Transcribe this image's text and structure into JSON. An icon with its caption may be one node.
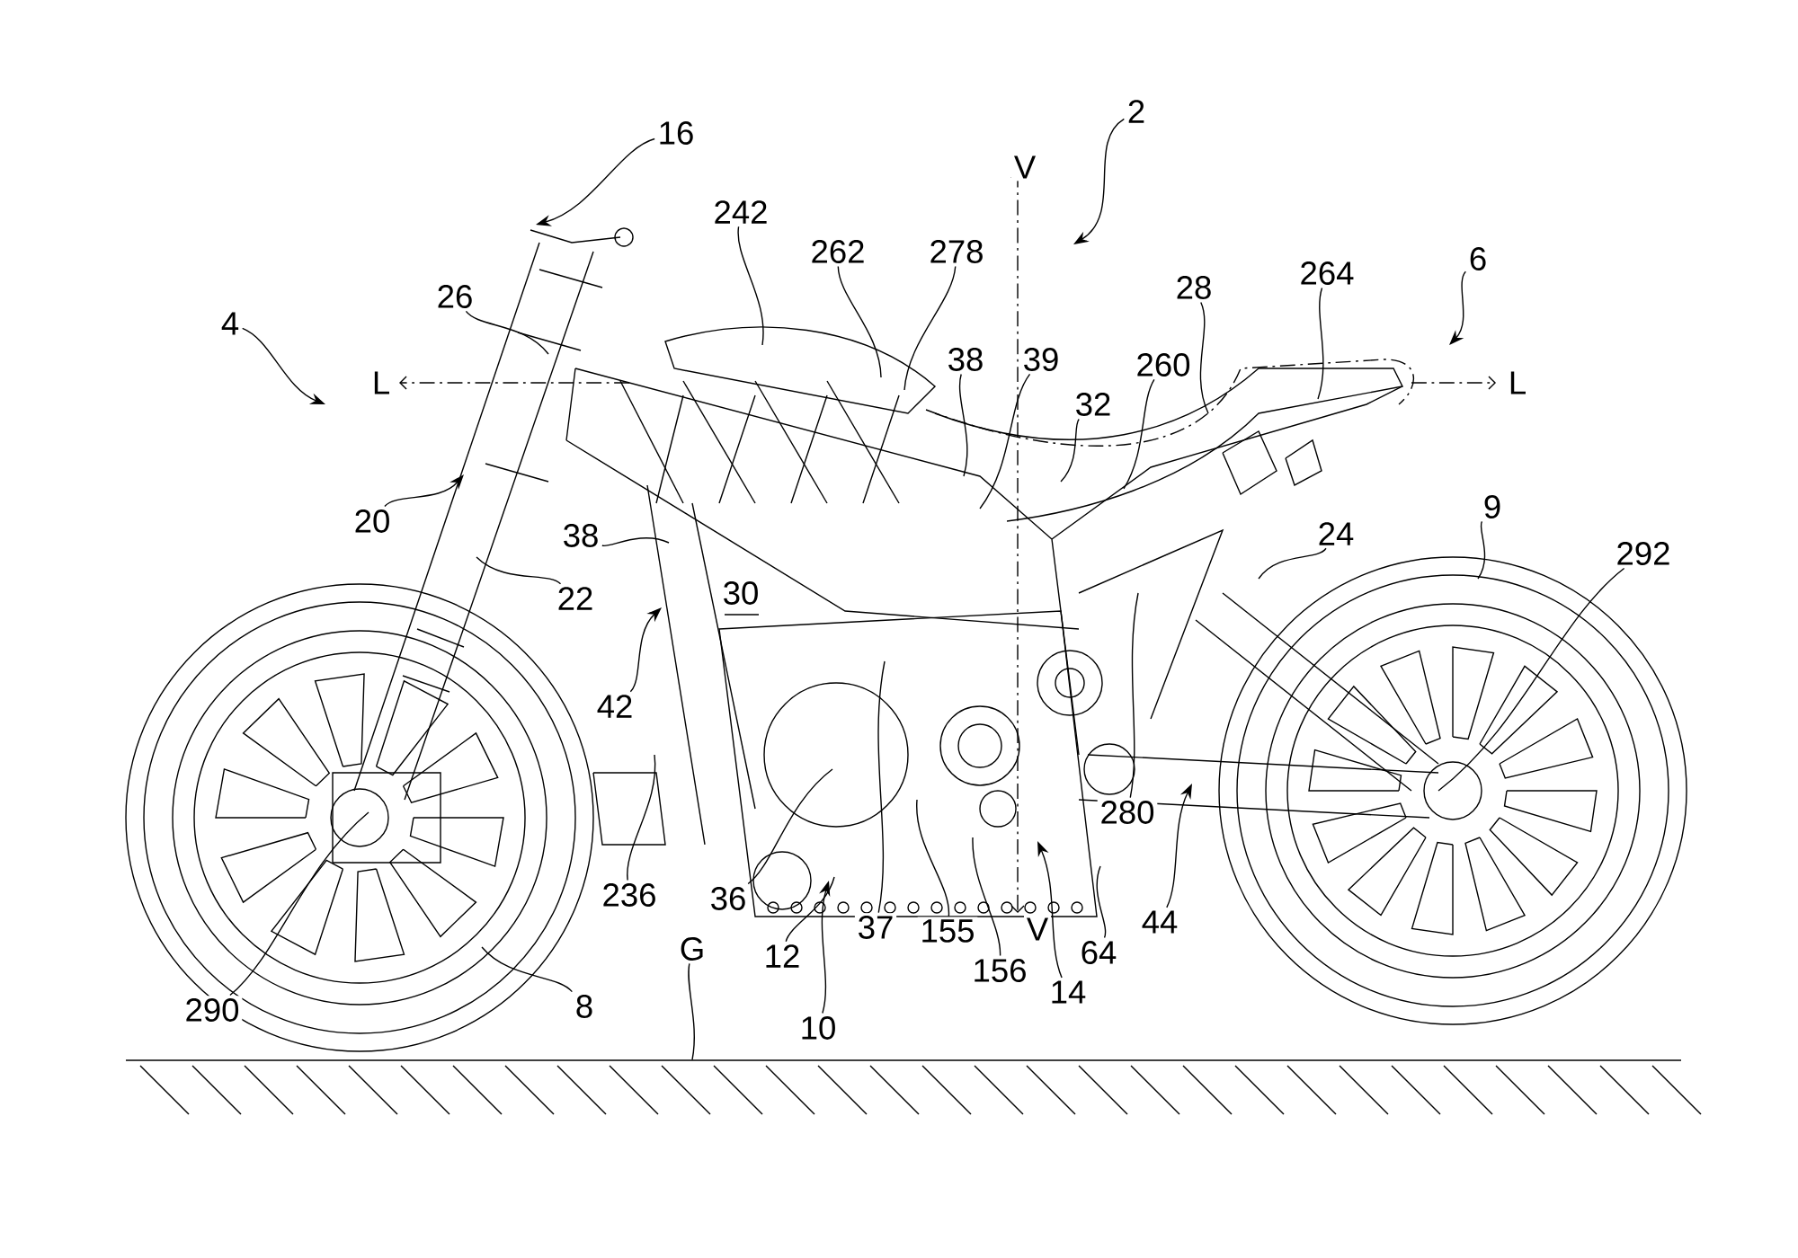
{
  "diagram": {
    "nodes": [
      {
        "text": [
          "2"
        ]
      },
      {
        "text": [
          "16"
        ]
      },
      {
        "text": [
          "242"
        ]
      },
      {
        "text": [
          "262"
        ]
      },
      {
        "text": [
          "278"
        ]
      },
      {
        "text": [
          "6"
        ]
      },
      {
        "text": [
          "264"
        ]
      },
      {
        "text": [
          "28"
        ]
      },
      {
        "text": [
          "26"
        ]
      },
      {
        "text": [
          "4"
        ]
      },
      {
        "text": [
          "38"
        ]
      },
      {
        "text": [
          "39"
        ]
      },
      {
        "text": [
          "260"
        ]
      },
      {
        "text": [
          "32"
        ]
      },
      {
        "text": [
          "9"
        ]
      },
      {
        "text": [
          "20"
        ]
      },
      {
        "text": [
          "24"
        ]
      },
      {
        "text": [
          "38"
        ]
      },
      {
        "text": [
          "292"
        ]
      },
      {
        "text": [
          "22"
        ]
      },
      {
        "text": [
          "42"
        ]
      },
      {
        "text": [
          "280"
        ]
      },
      {
        "text": [
          "236"
        ]
      },
      {
        "text": [
          "36"
        ]
      },
      {
        "text": [
          "44"
        ]
      },
      {
        "text": [
          "37"
        ]
      },
      {
        "text": [
          "155"
        ]
      },
      {
        "text": [
          "64"
        ]
      },
      {
        "text": [
          "12"
        ]
      },
      {
        "text": [
          "156"
        ]
      },
      {
        "text": [
          "14"
        ]
      },
      {
        "text": [
          "290"
        ]
      },
      {
        "text": [
          "8"
        ]
      },
      {
        "text": [
          "G"
        ]
      },
      {
        "text": [
          "10"
        ]
      },
      {
        "text": [],
        "shape": "bar"
      }
    ],
    "edges": [
      {
        "from": 0,
        "to": null,
        "arrow": "to"
      },
      {
        "from": 1,
        "to": null,
        "arrow": "to"
      },
      {
        "from": 2,
        "to": null,
        "arrow": "none"
      },
      {
        "from": 3,
        "to": null,
        "arrow": "none"
      },
      {
        "from": 4,
        "to": null,
        "arrow": "none"
      },
      {
        "from": 5,
        "to": null,
        "arrow": "to"
      },
      {
        "from": 6,
        "to": null,
        "arrow": "none"
      },
      {
        "from": 7,
        "to": null,
        "arrow": "none"
      },
      {
        "from": 8,
        "to": null,
        "arrow": "none"
      },
      {
        "from": 9,
        "to": null,
        "arrow": "to"
      },
      {
        "from": 10,
        "to": null,
        "arrow": "none"
      },
      {
        "from": 11,
        "to": null,
        "arrow": "none"
      },
      {
        "from": 12,
        "to": null,
        "arrow": "none"
      },
      {
        "from": 13,
        "to": null,
        "arrow": "none"
      },
      {
        "from": 14,
        "to": null,
        "arrow": "none"
      },
      {
        "from": 15,
        "to": null,
        "arrow": "to"
      },
      {
        "from": 16,
        "to": null,
        "arrow": "none"
      },
      {
        "from": 17,
        "to": null,
        "arrow": "none"
      },
      {
        "from": 18,
        "to": null,
        "arrow": "none"
      },
      {
        "from": 19,
        "to": null,
        "arrow": "none"
      },
      {
        "from": 20,
        "to": null,
        "arrow": "to"
      },
      {
        "from": 21,
        "to": null,
        "arrow": "none"
      },
      {
        "from": 22,
        "to": null,
        "arrow": "none"
      },
      {
        "from": 23,
        "to": null,
        "arrow": "none"
      },
      {
        "from": 24,
        "to": null,
        "arrow": "to"
      },
      {
        "from": 25,
        "to": null,
        "arrow": "none"
      },
      {
        "from": 26,
        "to": null,
        "arrow": "none"
      },
      {
        "from": 27,
        "to": null,
        "arrow": "none"
      },
      {
        "from": 28,
        "to": null,
        "arrow": "none"
      },
      {
        "from": 29,
        "to": null,
        "arrow": "none"
      },
      {
        "from": 30,
        "to": null,
        "arrow": "to"
      },
      {
        "from": 31,
        "to": null,
        "arrow": "none"
      },
      {
        "from": 32,
        "to": null,
        "arrow": "none"
      },
      {
        "from": 33,
        "to": 35,
        "arrow": "none"
      },
      {
        "from": 34,
        "to": null,
        "arrow": "to"
      }
    ],
    "labels": [
      "V",
      "L",
      "L",
      "30",
      "V"
    ]
  }
}
